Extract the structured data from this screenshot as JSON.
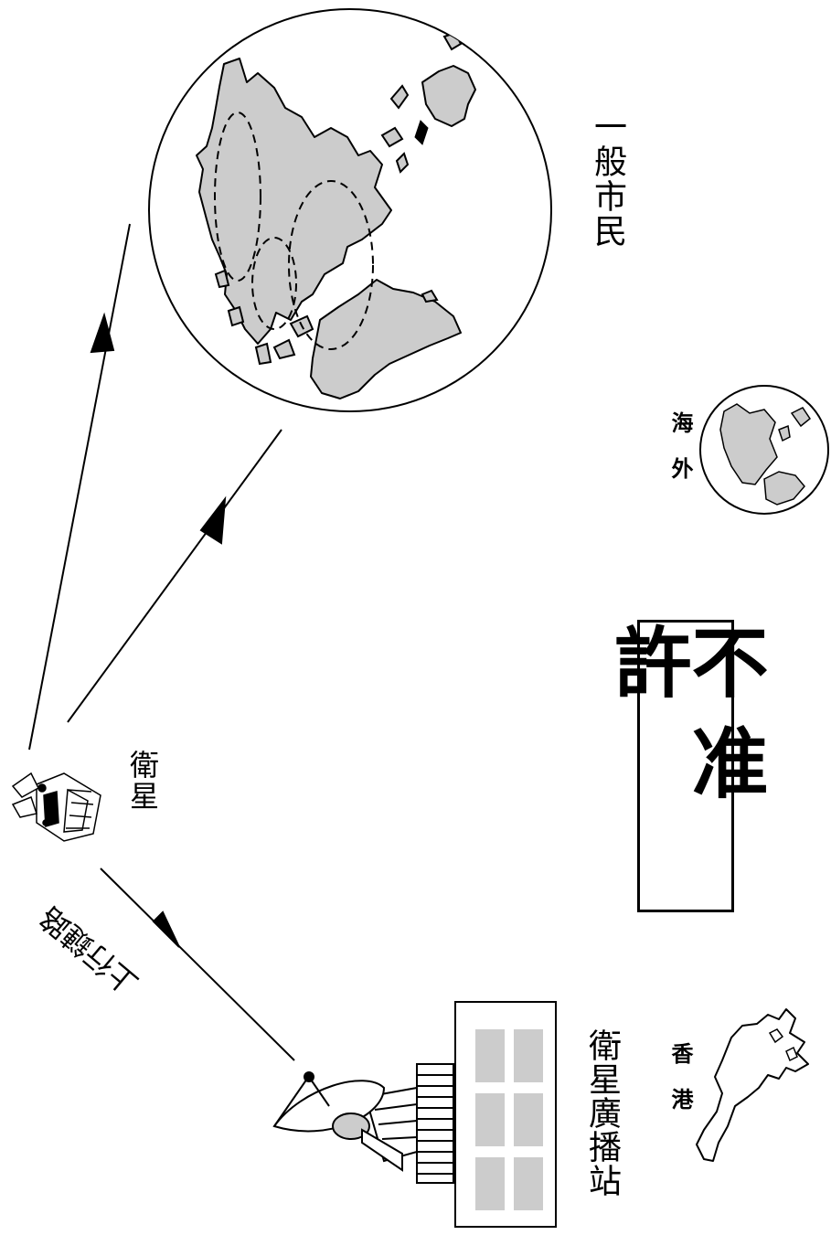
{
  "labels": {
    "public": "一般市民",
    "overseas": "海外",
    "satellite": "衛星",
    "uplink": "上行鏈路",
    "station": "衛星廣播站",
    "hongkong": "香港",
    "forbidden": "不准許"
  },
  "colors": {
    "land": "#cccccc",
    "line": "#000000",
    "panel": "#cccccc"
  },
  "icons": {
    "satellite": "satellite-icon",
    "dish": "satellite-dish-icon",
    "building": "broadcast-building-icon",
    "globe_large": "globe-icon",
    "globe_small": "globe-small-icon",
    "hk_map": "hong-kong-map-icon"
  }
}
